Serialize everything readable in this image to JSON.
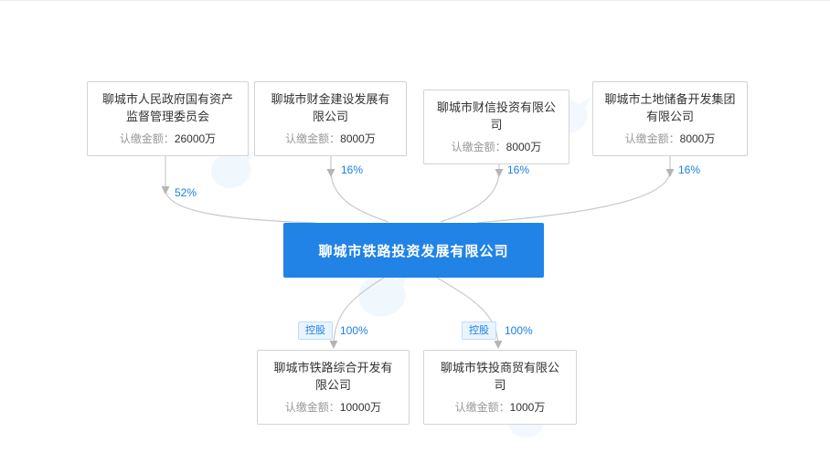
{
  "diagram": {
    "title_hint": "equity-structure-chart",
    "amount_label": "认缴金额：",
    "center_company": {
      "name": "聊城市铁路投资发展有限公司"
    },
    "shareholders": [
      {
        "name": "聊城市人民政府国有资产监督管理委员会",
        "amount": "26000万",
        "percent": "52%"
      },
      {
        "name": "聊城市财金建设发展有限公司",
        "amount": "8000万",
        "percent": "16%"
      },
      {
        "name": "聊城市财信投资有限公司",
        "amount": "8000万",
        "percent": "16%"
      },
      {
        "name": "聊城市土地储备开发集团有限公司",
        "amount": "8000万",
        "percent": "16%"
      }
    ],
    "subsidiaries": [
      {
        "name": "聊城市铁路综合开发有限公司",
        "amount": "10000万",
        "badge": "控股",
        "percent": "100%"
      },
      {
        "name": "聊城市铁投商贸有限公司",
        "amount": "1000万",
        "badge": "控股",
        "percent": "100%"
      }
    ],
    "colors": {
      "accent": "#1b7fe4",
      "center_bg": "#2183e6",
      "connector": "#c9c9c9"
    },
    "icons": {
      "watermark": "qichacha-bird-watermark-icon"
    }
  }
}
